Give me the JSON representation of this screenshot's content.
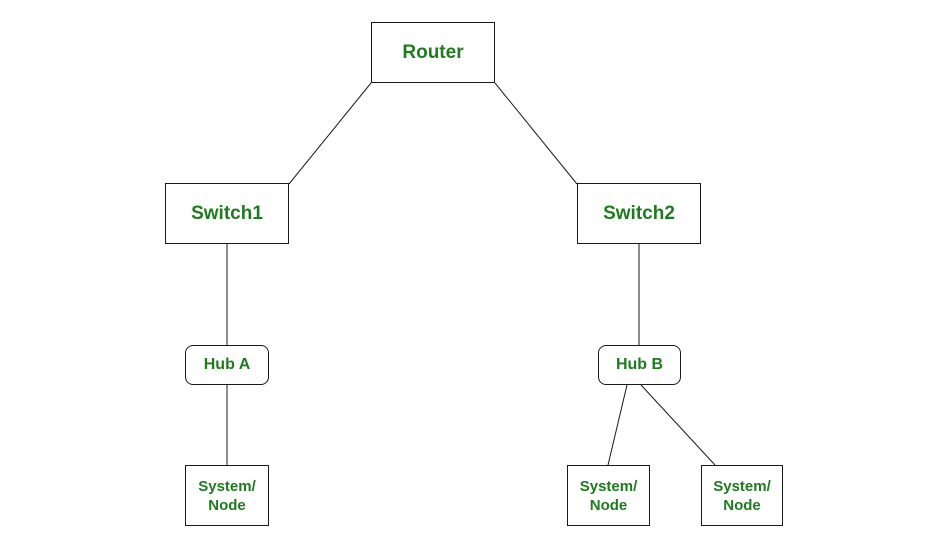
{
  "diagram": {
    "nodes": {
      "router": "Router",
      "switch1": "Switch1",
      "switch2": "Switch2",
      "hub_a": "Hub A",
      "hub_b": "Hub B",
      "system_a": [
        "System/",
        "Node"
      ],
      "system_b1": [
        "System/",
        "Node"
      ],
      "system_b2": [
        "System/",
        "Node"
      ]
    },
    "edges": [
      [
        "router",
        "switch1"
      ],
      [
        "router",
        "switch2"
      ],
      [
        "switch1",
        "hub_a"
      ],
      [
        "hub_a",
        "system_a"
      ],
      [
        "switch2",
        "hub_b"
      ],
      [
        "hub_b",
        "system_b1"
      ],
      [
        "hub_b",
        "system_b2"
      ]
    ],
    "colors": {
      "text": "#1e7b1e",
      "border": "#1a1a1a",
      "line": "#1a1a1a",
      "background": "#ffffff"
    }
  }
}
